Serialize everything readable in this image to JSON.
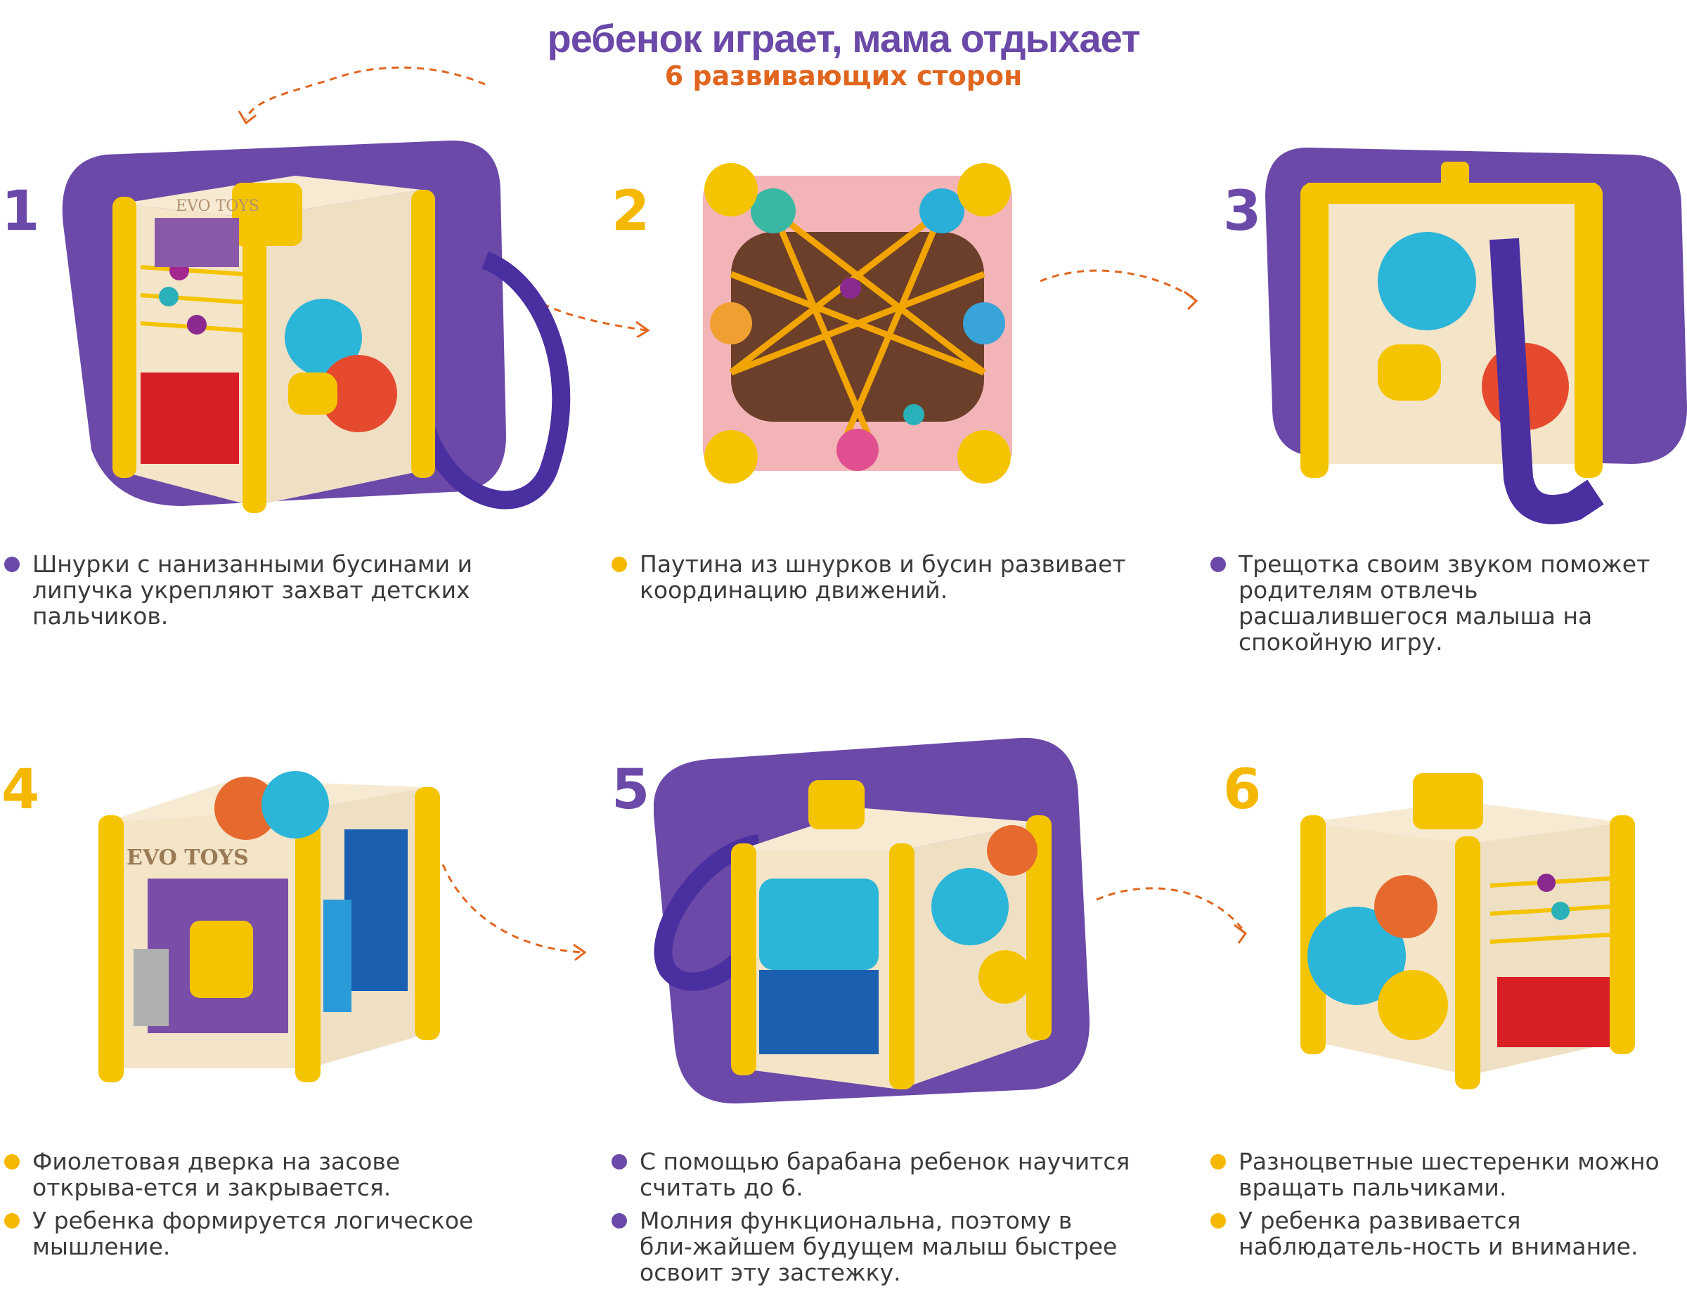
{
  "header": {
    "title": "ребенок играет, мама отдыхает",
    "subtitle": "6 развивающих сторон"
  },
  "colors": {
    "purple": "#6b49a8",
    "yellow": "#f5b800",
    "orange": "#e0661f",
    "text": "#3b3b3b"
  },
  "sides": [
    {
      "number": "1",
      "number_color": "#6b49a8",
      "bullets": [
        {
          "color": "purple",
          "text": "Шнурки с нанизанными бусинами и липучка укрепляют захват детских пальчиков."
        }
      ]
    },
    {
      "number": "2",
      "number_color": "#f5b800",
      "bullets": [
        {
          "color": "yellow",
          "text": "Паутина из шнурков и бусин развивает координацию движений."
        }
      ]
    },
    {
      "number": "3",
      "number_color": "#6b49a8",
      "bullets": [
        {
          "color": "purple",
          "text": "Трещотка своим звуком поможет родителям отвлечь расшалившегося малыша на спокойную игру."
        }
      ]
    },
    {
      "number": "4",
      "number_color": "#f5b800",
      "bullets": [
        {
          "color": "yellow",
          "text": "Фиолетовая дверка на засове открыва-ется и закрывается."
        },
        {
          "color": "yellow",
          "text": "У ребенка формируется логическое мышление."
        }
      ]
    },
    {
      "number": "5",
      "number_color": "#6b49a8",
      "bullets": [
        {
          "color": "purple",
          "text": "С помощью барабана ребенок научится считать до 6."
        },
        {
          "color": "purple",
          "text": "Молния функциональна, поэтому в бли-жайшем будущем малыш быстрее освоит эту застежку."
        }
      ]
    },
    {
      "number": "6",
      "number_color": "#f5b800",
      "bullets": [
        {
          "color": "yellow",
          "text": "Разноцветные шестеренки можно вращать пальчиками."
        },
        {
          "color": "yellow",
          "text": "У ребенка развивается наблюдатель-ность и внимание."
        }
      ]
    }
  ],
  "watermark": {
    "brand": "EVO TOYS"
  }
}
